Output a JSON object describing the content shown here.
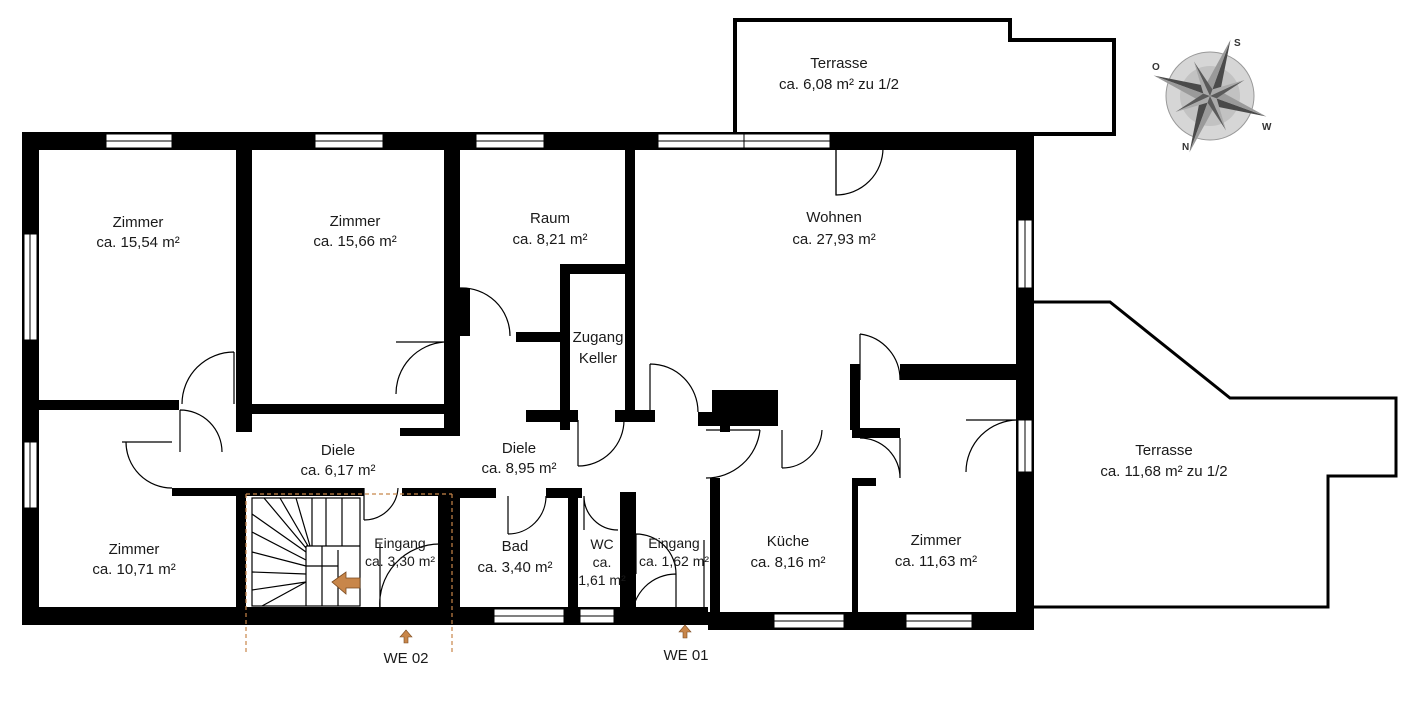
{
  "rooms": {
    "zimmer_1": {
      "name": "Zimmer",
      "area": "ca. 15,54 m²"
    },
    "zimmer_2": {
      "name": "Zimmer",
      "area": "ca. 15,66 m²"
    },
    "raum": {
      "name": "Raum",
      "area": "ca. 8,21 m²"
    },
    "wohnen": {
      "name": "Wohnen",
      "area": "ca. 27,93 m²"
    },
    "terrasse_top": {
      "name": "Terrasse",
      "area": "ca. 6,08 m² zu 1/2"
    },
    "zugang_keller": {
      "line1": "Zugang",
      "line2": "Keller"
    },
    "diele_1": {
      "name": "Diele",
      "area": "ca. 6,17 m²"
    },
    "diele_2": {
      "name": "Diele",
      "area": "ca. 8,95 m²"
    },
    "terrasse_right": {
      "name": "Terrasse",
      "area": "ca. 11,68 m² zu 1/2"
    },
    "zimmer_3": {
      "name": "Zimmer",
      "area": "ca. 10,71 m²"
    },
    "eingang_1": {
      "name": "Eingang",
      "area": "ca. 3,30 m²"
    },
    "bad": {
      "name": "Bad",
      "area": "ca. 3,40 m²"
    },
    "wc": {
      "line1": "WC",
      "line2": "ca.",
      "line3": "1,61 m²"
    },
    "eingang_2": {
      "name": "Eingang",
      "area": "ca. 1,62 m²"
    },
    "kueche": {
      "name": "Küche",
      "area": "ca. 8,16 m²"
    },
    "zimmer_4": {
      "name": "Zimmer",
      "area": "ca. 11,63 m²"
    }
  },
  "entrances": {
    "we02": "WE 02",
    "we01": "WE 01"
  },
  "compass": {
    "n": "N",
    "o": "O",
    "s": "S",
    "w": "W"
  }
}
